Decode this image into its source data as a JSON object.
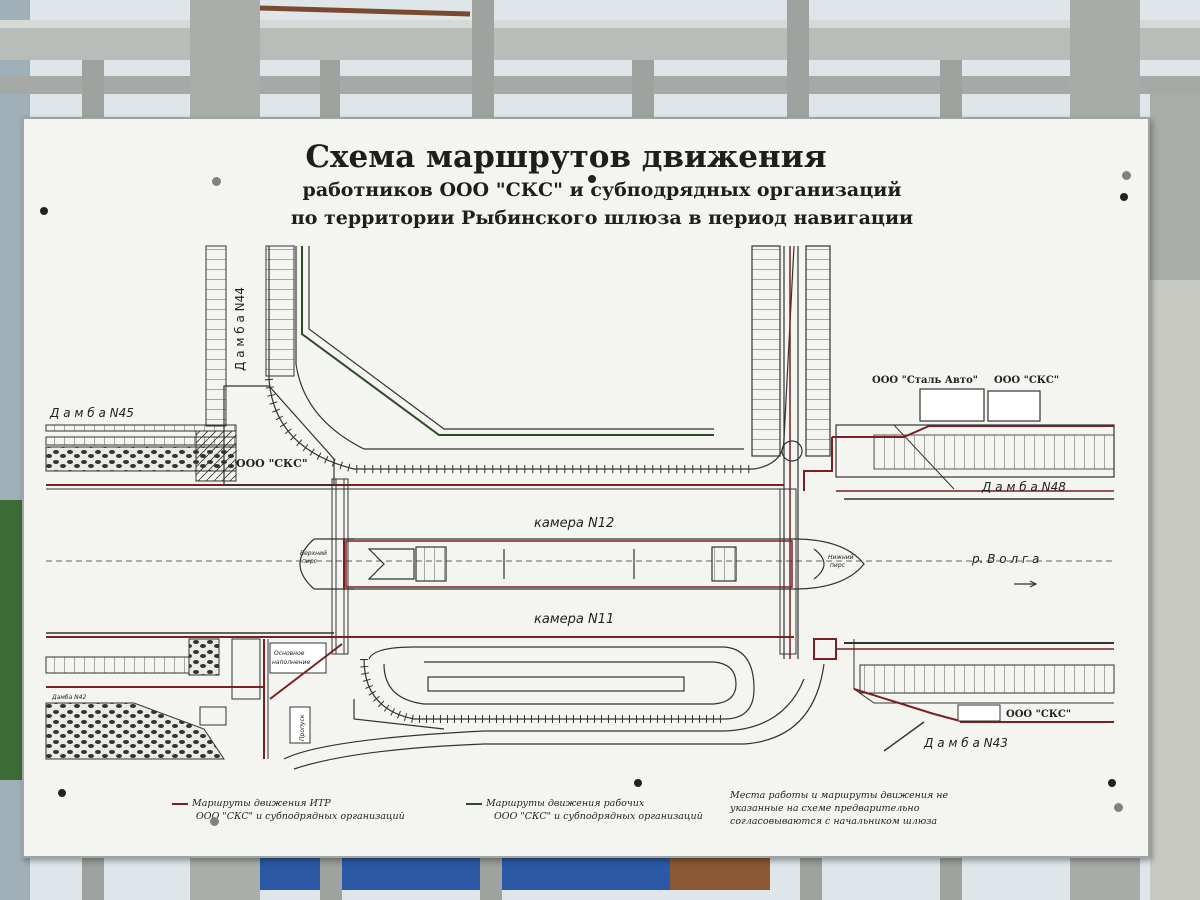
{
  "title": "Схема маршрутов движения",
  "subtitle_1": "работников ООО \"СКС\" и субподрядных организаций",
  "subtitle_2": "по территории Рыбинского шлюза в период навигации",
  "labels": {
    "dam_44": "Д а м б а  N44",
    "dam_45": "Д а м б а  N45",
    "dam_48": "Д а м б а  N48",
    "dam_42": "Дамба N42",
    "dam_43": "Д а м б а  N43",
    "sks_left": "ООО \"СКС\"",
    "stal_avto": "ООО \"Сталь Авто\"",
    "sks_top": "ООО \"СКС\"",
    "sks_bottom": "ООО \"СКС\"",
    "chamber_12": "камера N12",
    "chamber_11": "камера N11",
    "upper_pier_1": "Верхний",
    "upper_pier_2": "пирс",
    "lower_pier_1": "Нижний",
    "lower_pier_2": "пирс",
    "river": "р. В о л г а",
    "main_filling_1": "Основное",
    "main_filling_2": "наполнение",
    "checkpoint": "Пропуск"
  },
  "legend": {
    "itr_1": "Маршруты движения ИТР",
    "itr_2": "ООО \"СКС\" и субподрядных организаций",
    "workers_1": "Маршруты движения рабочих",
    "workers_2": "ООО \"СКС\" и субподрядных организаций",
    "note_1": "Места работы и маршруты движения не",
    "note_2": "указанные на схеме предварительно",
    "note_3": "согласовываются с начальником шлюза"
  },
  "colors": {
    "itr_route": "#7a2020",
    "worker_route": "#2f4a2a",
    "sign_background": "#f4f4f1",
    "fence": "#9a9f9c"
  }
}
